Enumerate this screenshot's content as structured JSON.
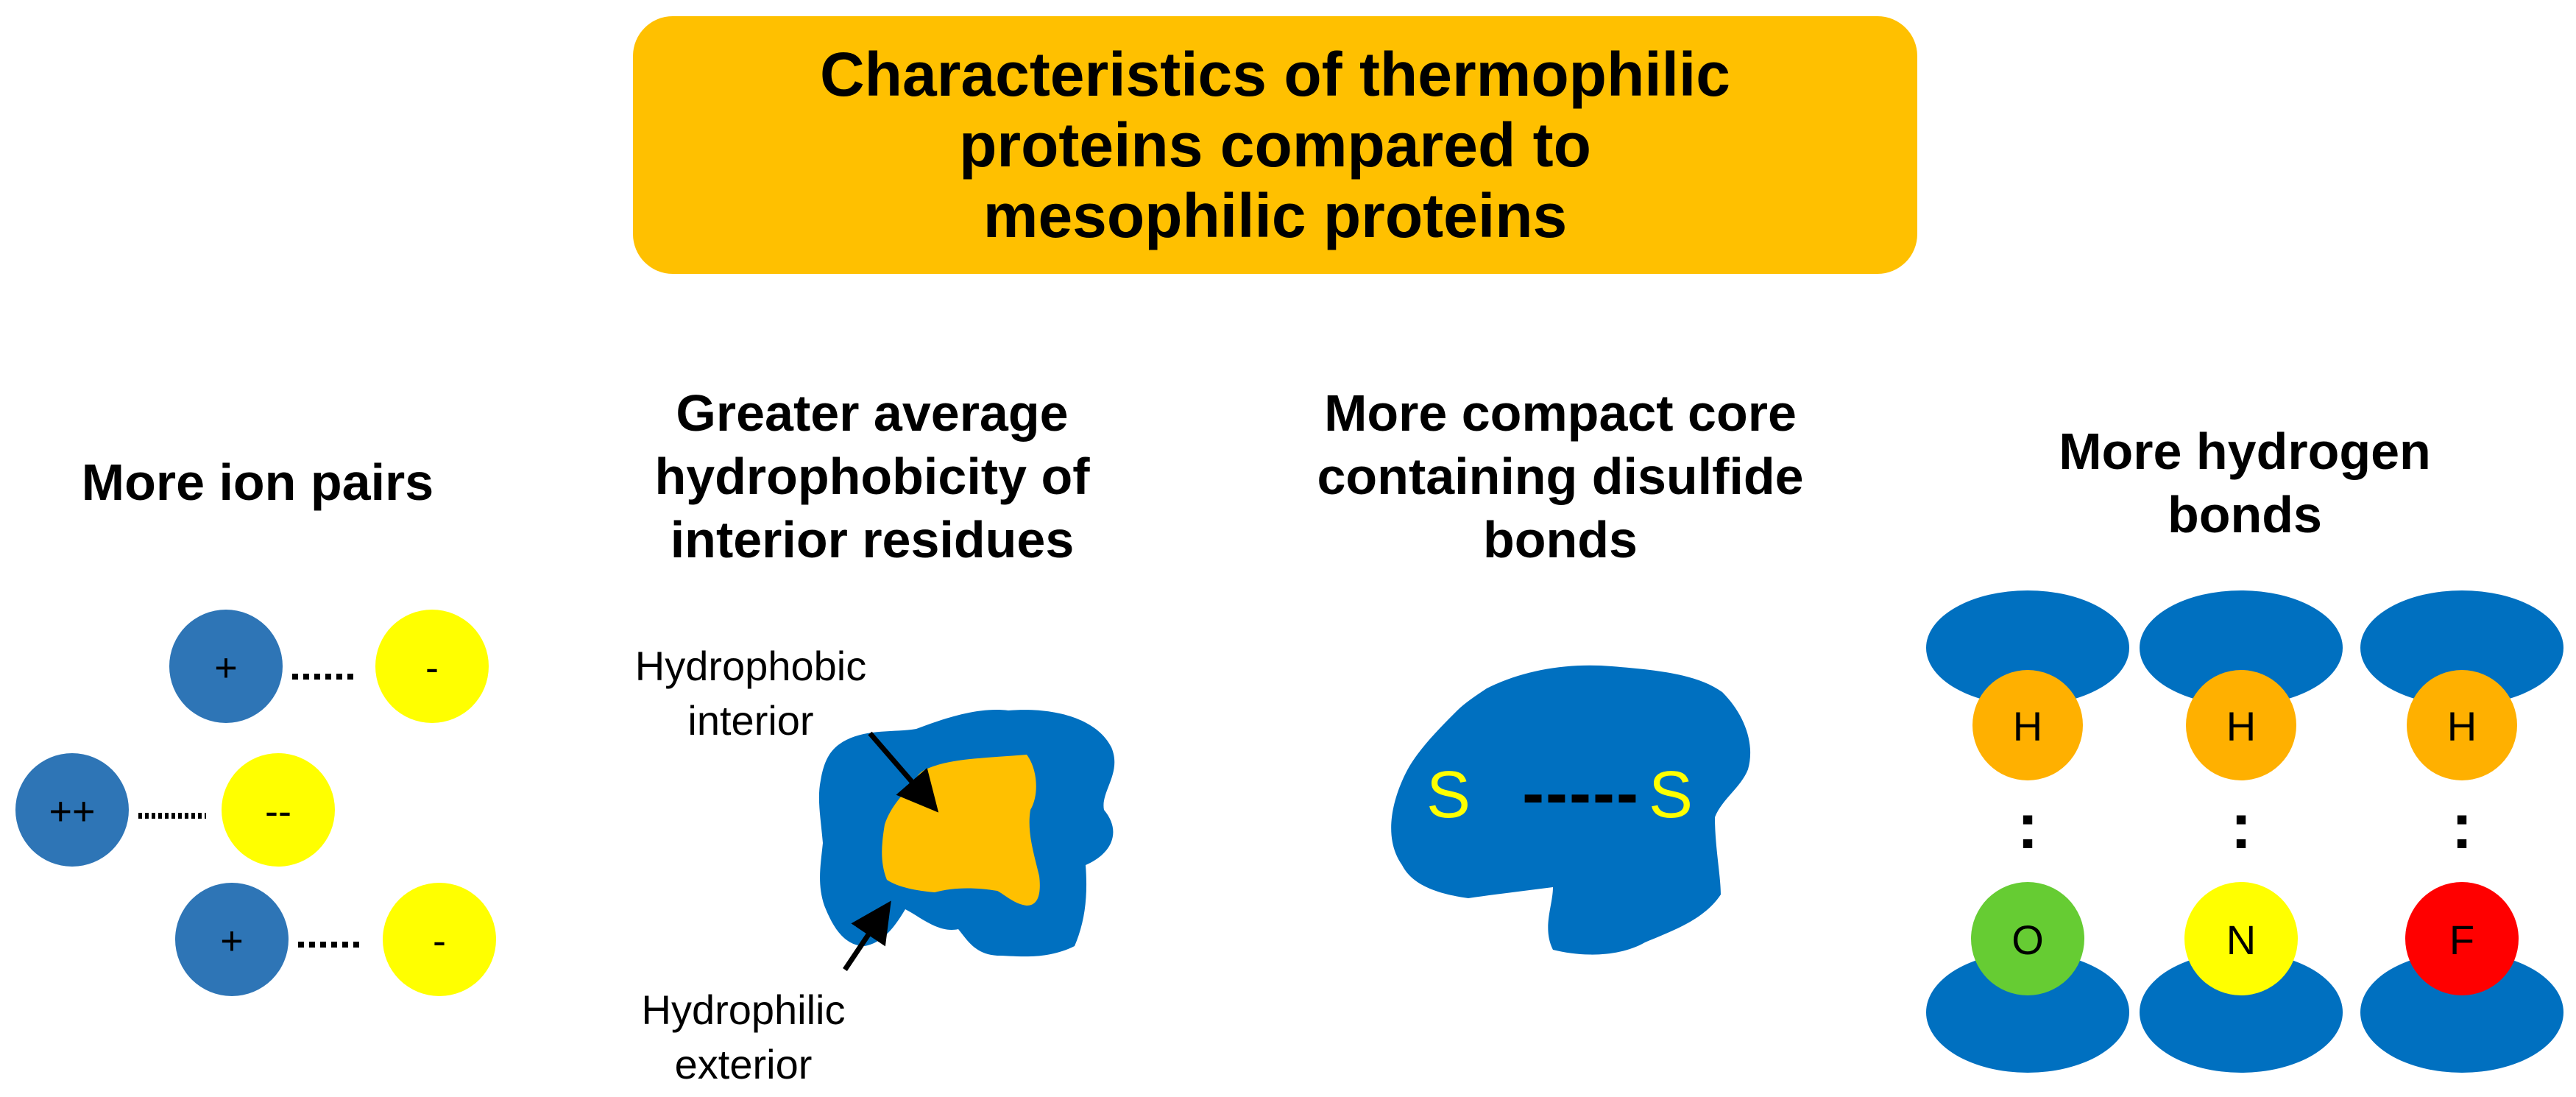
{
  "title": {
    "lines": [
      "Characteristics of thermophilic",
      "proteins compared to",
      "mesophilic proteins"
    ]
  },
  "panels": {
    "ion_pairs": {
      "heading": "More ion pairs",
      "pairs": [
        {
          "positive": "+",
          "negative": "-"
        },
        {
          "positive": "++",
          "negative": "--"
        },
        {
          "positive": "+",
          "negative": "-"
        }
      ]
    },
    "hydrophobicity": {
      "heading_lines": [
        "Greater average",
        "hydrophobicity of",
        "interior residues"
      ],
      "interior_label_lines": [
        "Hydrophobic",
        "interior"
      ],
      "exterior_label_lines": [
        "Hydrophilic",
        "exterior"
      ]
    },
    "disulfide": {
      "heading_lines": [
        "More compact core",
        "containing disulfide",
        "bonds"
      ],
      "sulfur_left": "S",
      "bond": "-----",
      "sulfur_right": "S"
    },
    "hydrogen_bonds": {
      "heading_lines": [
        "More hydrogen",
        "bonds"
      ],
      "groups": [
        {
          "donor": "H",
          "acceptor": "O",
          "acceptor_color": "#66CC33"
        },
        {
          "donor": "H",
          "acceptor": "N",
          "acceptor_color": "#FFFF00"
        },
        {
          "donor": "H",
          "acceptor": "F",
          "acceptor_color": "#FF0000"
        }
      ],
      "bond_symbol": ":"
    }
  },
  "colors": {
    "title_fill": "#FFC000",
    "protein_blue": "#0070C0",
    "positive_blue": "#2E75B6",
    "negative_yellow": "#FFFF00",
    "hydrophobic_orange": "#FFC000",
    "hydrogen_orange": "#FFB000",
    "sulfur_yellow": "#FFFF00"
  }
}
